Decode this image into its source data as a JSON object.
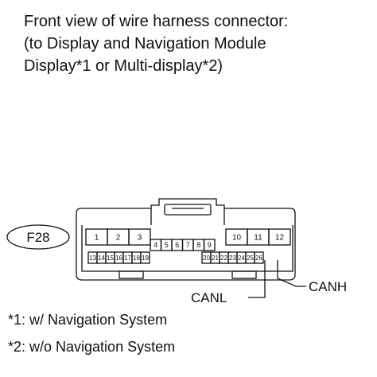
{
  "heading": {
    "line1": "Front view of wire harness connector:",
    "line2": "(to Display and Navigation Module",
    "line3": "Display*1 or Multi-display*2)"
  },
  "connector": {
    "code": "F28",
    "top_left_pins": [
      "1",
      "2",
      "3"
    ],
    "top_center_pins": [
      "4",
      "5",
      "6",
      "7",
      "8",
      "9"
    ],
    "top_right_pins": [
      "10",
      "11",
      "12"
    ],
    "bottom_left_pins": [
      "13",
      "14",
      "15",
      "16",
      "17",
      "18",
      "19"
    ],
    "bottom_right_pins": [
      "20",
      "21",
      "22",
      "23",
      "24",
      "25",
      "26"
    ]
  },
  "callouts": {
    "canl": "CANL",
    "canh": "CANH"
  },
  "notes": {
    "note1": "*1: w/ Navigation System",
    "note2": "*2: w/o Navigation System"
  }
}
